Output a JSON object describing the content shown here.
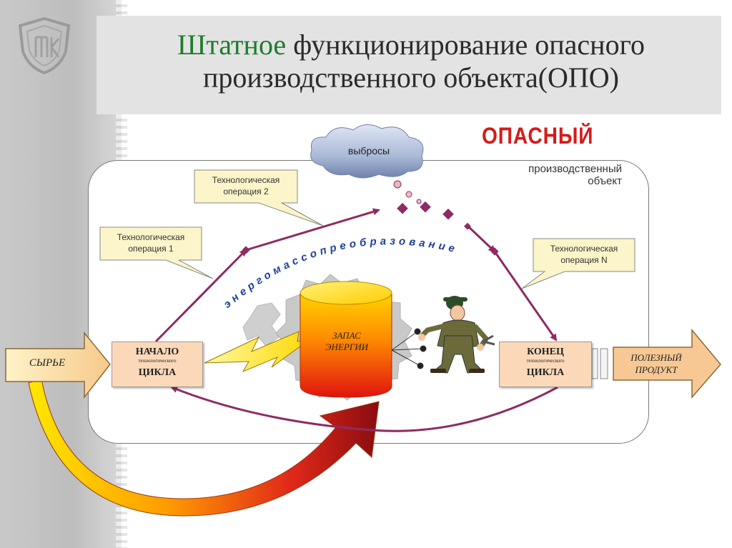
{
  "title": {
    "highlight": "Штатное",
    "rest_line1": " функционирование опасного",
    "line2": "производственного объекта(ОПО)"
  },
  "object": {
    "dangerous": "ОПАСНЫЙ",
    "production_object_line1": "производственный",
    "production_object_line2": "объект"
  },
  "emissions": "выбросы",
  "operations": {
    "op1_line1": "Технологическая",
    "op1_line2": "операция 1",
    "op2_line1": "Технологическая",
    "op2_line2": "операция 2",
    "opN_line1": "Технологическая",
    "opN_line2": "операция N"
  },
  "arc_text": "энергомассопреобразование",
  "raw": "СЫРЬЕ",
  "cycle_start": {
    "top": "НАЧАЛО",
    "sub": "технологического",
    "bottom": "ЦИКЛА"
  },
  "cycle_end": {
    "top": "КОНЕЦ",
    "sub": "технологического",
    "bottom": "ЦИКЛА"
  },
  "energy_store_line1": "ЗАПАС",
  "energy_store_line2": "ЭНЕРГИИ",
  "product_line1": "ПОЛЕЗНЫЙ",
  "product_line2": "ПРОДУКТ",
  "colors": {
    "title_highlight": "#1e7d2b",
    "dangerous": "#d61a1a",
    "flow_arrow": "#8e2b62",
    "callout_fill": "#fbf5c9",
    "cycle_box": "#fbd9b8",
    "arc_text": "#1f3f9a"
  },
  "icons": [
    "logo-shield-icon",
    "gear-icon",
    "worker-icon",
    "lightning-icon",
    "cloud-icon"
  ]
}
